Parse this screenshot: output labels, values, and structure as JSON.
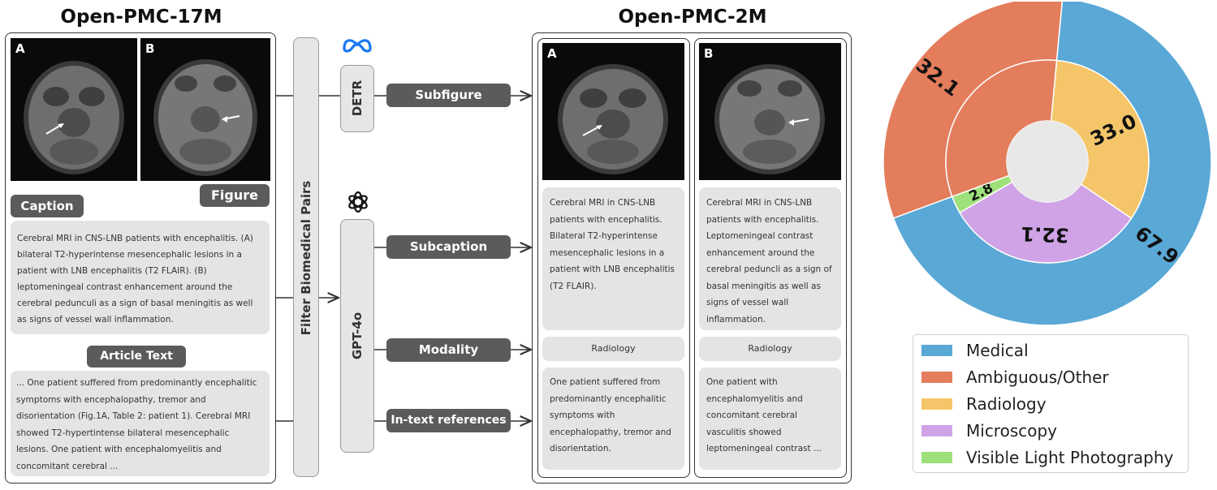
{
  "left_panel": {
    "title": "Open-PMC-17M",
    "image_a_label": "A",
    "image_b_label": "B",
    "figure_label": "Figure",
    "caption_label": "Caption",
    "caption_text": "Cerebral MRI in CNS-LNB patients with encephalitis. (A) bilateral T2-hyperintense mesencephalic lesions in a patient with LNB encephalitis (T2 FLAIR). (B) leptomeningeal contrast enhancement around the cerebral pedunculi as a sign of basal meningitis as well as signs of vessel wall inflammation.",
    "article_label": "Article Text",
    "article_text": "... One patient suffered from predominantly encephalitic symptoms with encephalopathy, tremor and disorientation (Fig.1A, Table 2: patient 1). Cerebral MRI showed T2-hypertintense bilateral mesencephalic lesions. One patient with encephalomyelitis and concomitant cerebral ..."
  },
  "pipeline": {
    "filter_label": "Filter Biomedical Pairs",
    "detr_label": "DETR",
    "gpt_label": "GPT-4o",
    "meta_icon": "meta-logo-icon",
    "openai_icon": "openai-logo-icon",
    "outputs": [
      "Subfigure",
      "Subcaption",
      "Modality",
      "In-text references"
    ]
  },
  "right_panel": {
    "title": "Open-PMC-2M",
    "cards": [
      {
        "label": "A",
        "subcaption": "Cerebral MRI in CNS-LNB patients with encephalitis. Bilateral T2-hyperintense mesencephalic lesions in a patient with LNB encephalitis (T2 FLAIR).",
        "modality": "Radiology",
        "reference": "One patient suffered from predominantly encephalitic symptoms with encephalopathy, tremor and disorientation."
      },
      {
        "label": "B",
        "subcaption": "Cerebral MRI in CNS-LNB patients with encephalitis. Leptomeningeal contrast enhancement around the cerebral peduncli as a sign of basal meningitis as well as signs of vessel wall inflammation.",
        "modality": "Radiology",
        "reference": "One patient with encephalomyelitis and concomitant cerebral vasculitis showed leptomeningeal contrast ..."
      }
    ]
  },
  "chart_data": {
    "type": "pie",
    "variant": "nested-donut",
    "outer_ring": [
      {
        "name": "Medical",
        "value": 67.9,
        "label": "67.9",
        "color": "#5aa8d6"
      },
      {
        "name": "Ambiguous/Other",
        "value": 32.1,
        "label": "32.1",
        "color": "#e37d5c"
      }
    ],
    "inner_ring": [
      {
        "name": "Radiology",
        "value": 33.0,
        "label": "33.0",
        "color": "#f5c56a"
      },
      {
        "name": "Microscopy",
        "value": 32.1,
        "label": "32.1",
        "color": "#cfa3e6"
      },
      {
        "name": "Visible Light Photography",
        "value": 2.8,
        "label": "2.8",
        "color": "#9ee07a"
      },
      {
        "name": "Ambiguous/Other",
        "value": 32.1,
        "label": "",
        "color": "#e37d5c"
      }
    ],
    "legend": [
      {
        "label": "Medical",
        "color": "#5aa8d6"
      },
      {
        "label": "Ambiguous/Other",
        "color": "#e37d5c"
      },
      {
        "label": "Radiology",
        "color": "#f5c56a"
      },
      {
        "label": "Microscopy",
        "color": "#cfa3e6"
      },
      {
        "label": "Visible Light Photography",
        "color": "#9ee07a"
      }
    ],
    "legend_placement": "bottom"
  }
}
